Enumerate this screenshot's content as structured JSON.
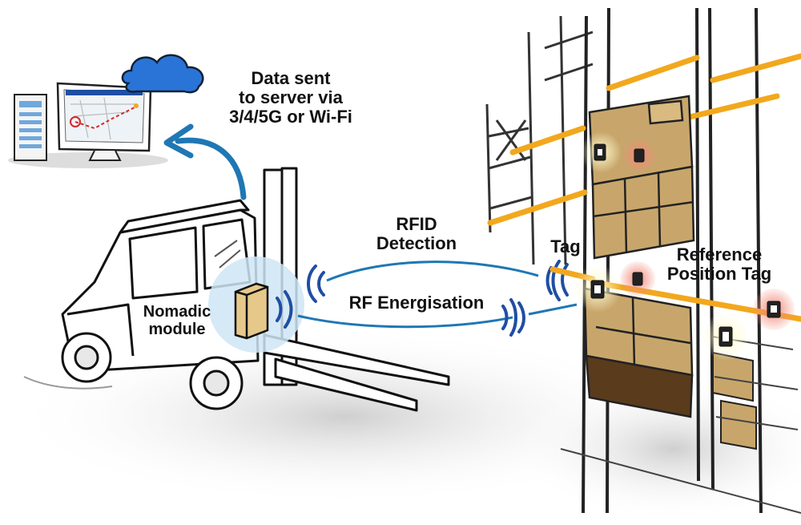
{
  "labels": {
    "server": [
      "Data sent",
      "to server via",
      "3/4/5G or Wi-Fi"
    ],
    "rfid": [
      "RFID",
      "Detection"
    ],
    "rf_energisation": "RF Energisation",
    "tag": "Tag",
    "reference_tag": [
      "Reference",
      "Position Tag"
    ],
    "nomadic": [
      "Nomadic",
      "module"
    ]
  },
  "colors": {
    "signal_blue": "#1f77b4",
    "cloud_blue": "#2a74d8",
    "rack_orange": "#f2a81d",
    "box_tan": "#c8a66b",
    "tag_red": "#e05a4a",
    "tag_yellow": "#fff3a0",
    "module_glow": "#cfe5f5"
  }
}
